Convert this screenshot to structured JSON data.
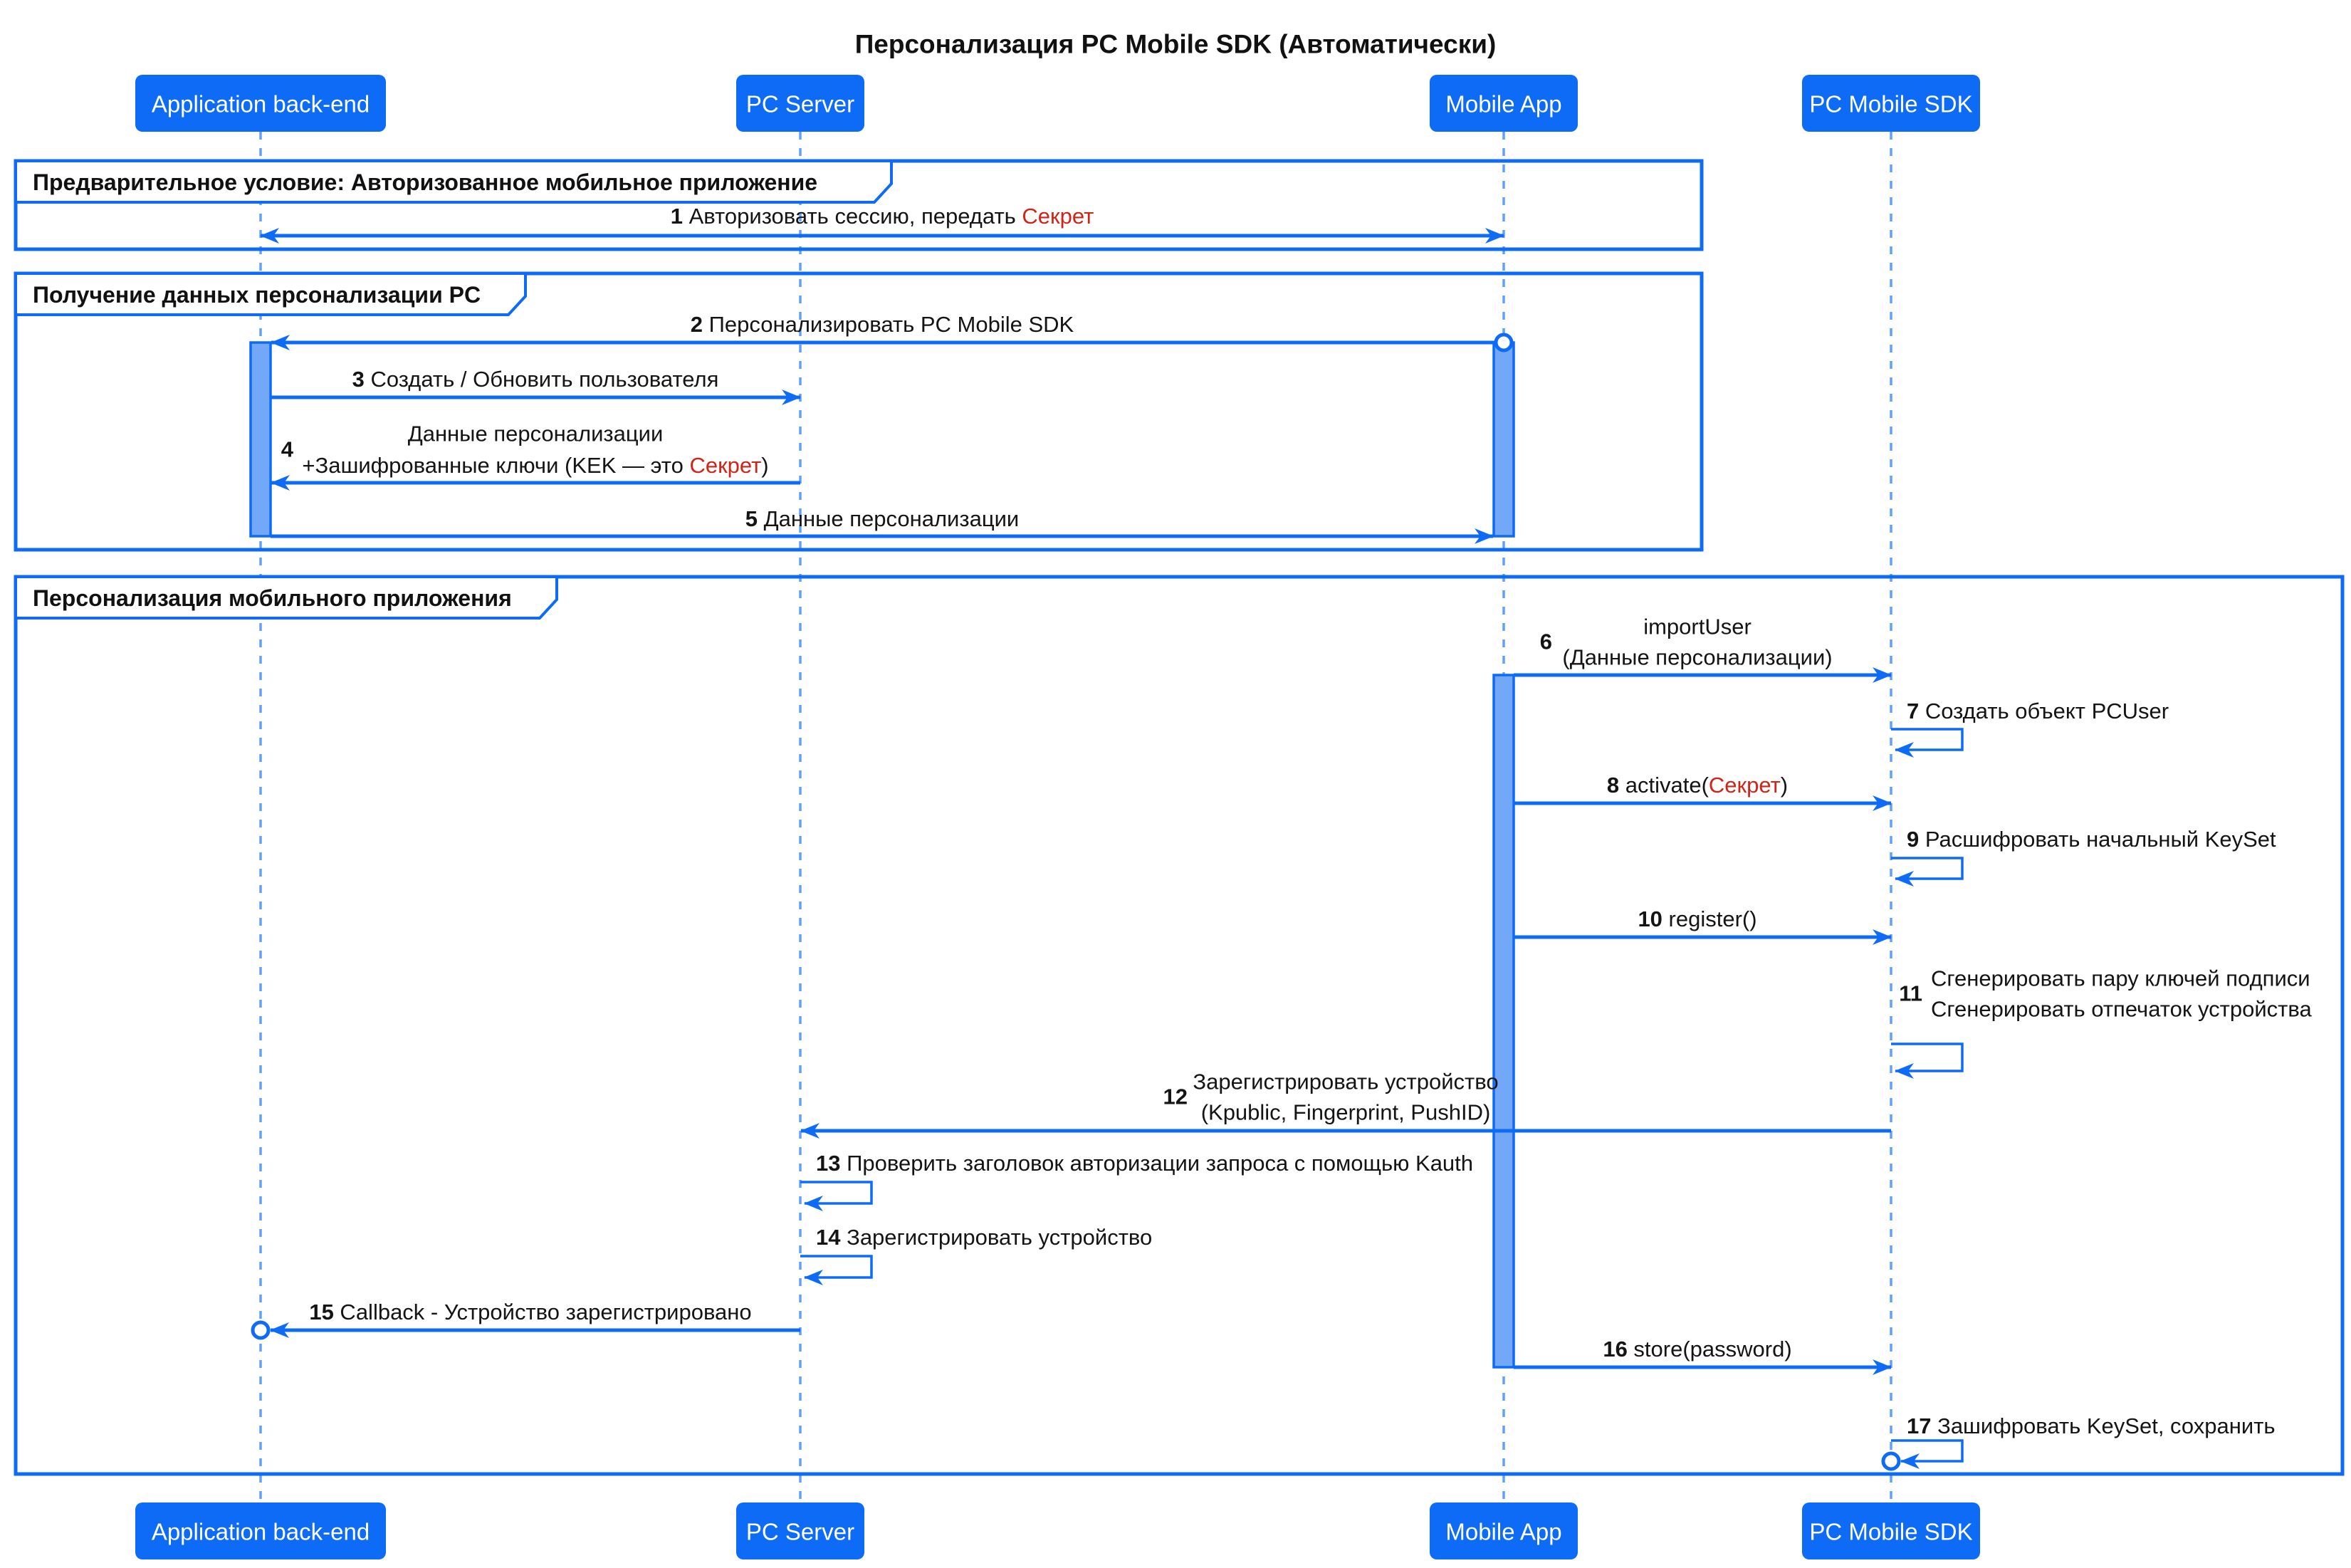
{
  "title": "Персонализация PC Mobile SDK (Автоматически)",
  "colors": {
    "primary_blue": "#0d6bf5",
    "activation_fill": "#73a7f7",
    "lifeline_blue": "#63a1f6",
    "secret_red": "#d02418",
    "text": "#141414",
    "background": "#ffffff"
  },
  "participants": [
    {
      "label": "Application back-end"
    },
    {
      "label": "PC Server"
    },
    {
      "label": "Mobile App"
    },
    {
      "label": "PC Mobile SDK"
    }
  ],
  "frames": [
    {
      "label": "Предварительное условие: Авторизованное мобильное приложение"
    },
    {
      "label": "Получение данных персонализации PC"
    },
    {
      "label": "Персонализация мобильного приложения"
    }
  ],
  "messages": {
    "m1": {
      "num": "1",
      "text": " Авторизовать сессию, передать ",
      "secret": "Секрет"
    },
    "m2": {
      "num": "2",
      "text": " Персонализировать PC Mobile SDK"
    },
    "m3": {
      "num": "3",
      "text": " Создать / Обновить пользователя"
    },
    "m4": {
      "num": "4",
      "line1": "Данные персонализации",
      "line2_pre": "+Зашифрованные ключи (KEK — это ",
      "secret": "Секрет",
      "line2_post": ")"
    },
    "m5": {
      "num": "5",
      "text": " Данные персонализации"
    },
    "m6": {
      "num": "6",
      "line1": "importUser",
      "line2": "(Данные персонализации)"
    },
    "m7": {
      "num": "7",
      "text": " Создать объект PCUser"
    },
    "m8": {
      "num": "8",
      "pre": " activate(",
      "secret": "Секрет",
      "post": ")"
    },
    "m9": {
      "num": "9",
      "text": " Расшифровать начальный KeySet"
    },
    "m10": {
      "num": "10",
      "text": " register()"
    },
    "m11": {
      "num": "11",
      "line1": "Сгенерировать пару ключей подписи",
      "line2": "Сгенерировать отпечаток устройства"
    },
    "m12": {
      "num": "12",
      "line1": "Зарегистрировать устройство",
      "line2": "(Kpublic, Fingerprint, PushID)"
    },
    "m13": {
      "num": "13",
      "text": " Проверить заголовок авторизации запроса с помощью Kauth"
    },
    "m14": {
      "num": "14",
      "text": " Зарегистрировать устройство"
    },
    "m15": {
      "num": "15",
      "text": " Callback - Устройство зарегистрировано"
    },
    "m16": {
      "num": "16",
      "text": " store(password)"
    },
    "m17": {
      "num": "17",
      "text": " Зашифровать KeySet, сохранить"
    }
  }
}
